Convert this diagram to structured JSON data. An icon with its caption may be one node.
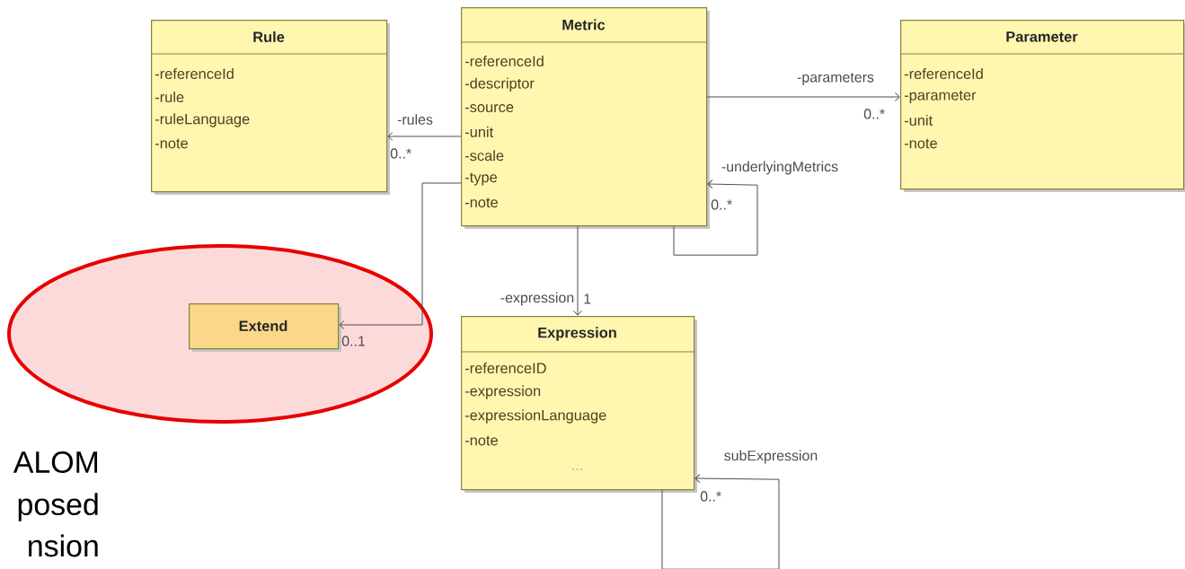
{
  "diagram": {
    "nodes": [
      {
        "text": [
          "Rule",
          "-referenceId",
          "-rule",
          "-ruleLanguage",
          "-note"
        ]
      },
      {
        "text": [
          "Metric",
          "-referenceId",
          "-descriptor",
          "-source",
          "-unit",
          "-scale",
          "-type",
          "-note"
        ]
      },
      {
        "text": [
          "Parameter",
          "-referenceId",
          "-parameter",
          "-unit",
          "-note"
        ]
      },
      {
        "text": [],
        "shape": "ellipse"
      },
      {
        "text": [
          "Extend"
        ],
        "in": 3
      },
      {
        "text": [
          "Expression",
          "-referenceID",
          "-expression",
          "-expressionLanguage",
          "-note",
          "..."
        ]
      }
    ],
    "edges": [
      {
        "from": 1,
        "to": 0,
        "arrow": "to",
        "label": "-rules"
      },
      {
        "from": 1,
        "to": 2,
        "arrow": "to",
        "label": "-parameters"
      },
      {
        "from": 1,
        "to": 1,
        "arrow": "to",
        "label": "-underlyingMetrics"
      },
      {
        "from": 1,
        "to": 4,
        "arrow": "to"
      },
      {
        "from": 1,
        "to": 5,
        "arrow": "to",
        "label": "-expression"
      },
      {
        "from": 5,
        "to": 5,
        "arrow": "to",
        "label": "subExpression"
      }
    ],
    "labels": [
      "0..*",
      "0..*",
      "0..*",
      "1",
      "0..1",
      "ALOM",
      "0..*",
      "posed",
      "nsion"
    ]
  }
}
